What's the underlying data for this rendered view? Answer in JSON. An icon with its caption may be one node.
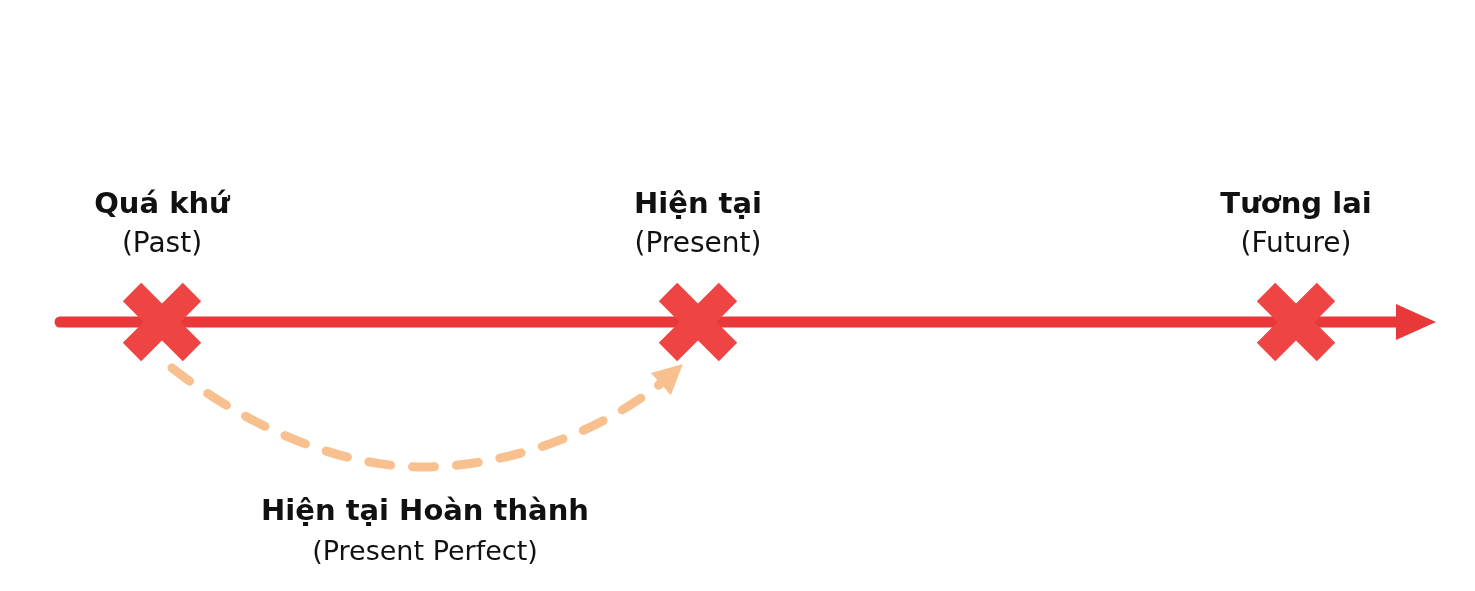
{
  "diagram": {
    "nodes": [
      {
        "text": [],
        "shape": "cross",
        "beside": [
          "Quá khứ",
          "(Past)"
        ]
      },
      {
        "text": [],
        "shape": "cross",
        "beside": [
          "Hiện tại",
          "(Present)"
        ]
      },
      {
        "text": [],
        "shape": "cross",
        "beside": [
          "Tương lai",
          "(Future)"
        ]
      }
    ],
    "edges": [
      {
        "from": 0,
        "to": 1,
        "arrow": "to",
        "style": "dashed",
        "color": "#f9c08f",
        "label": "**Hiện tại Hoàn thành** (Present Perfect)"
      }
    ]
  }
}
